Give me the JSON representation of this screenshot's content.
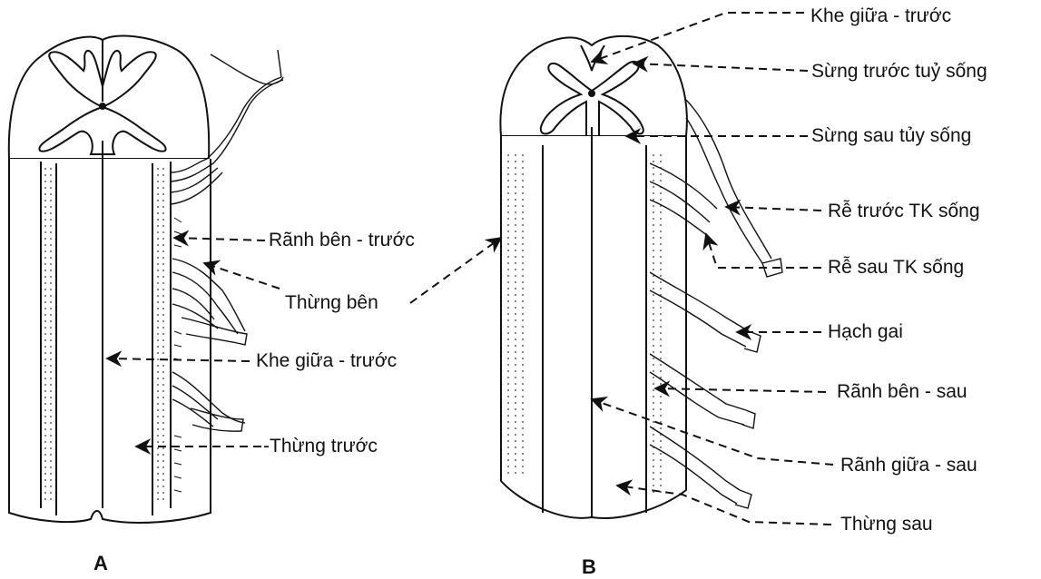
{
  "panels": {
    "a": "A",
    "b": "B"
  },
  "labels_a": {
    "ranh_ben_truoc": "Rãnh bên - trước",
    "thung_ben": "Thừng bên",
    "khe_giua_truoc": "Khe giữa - trước",
    "thung_truoc": "-Thừng trước"
  },
  "labels_b": {
    "khe_giua_truoc": "Khe giữa - trước",
    "sung_truoc": "Sừng trước tuỷ sống",
    "sung_sau": "Sừng sau tủy sống",
    "re_truoc": "Rễ trước TK sống",
    "re_sau": "Rễ sau TK sống",
    "hach_gai": "Hạch gai",
    "ranh_ben_sau": "Rãnh bên - sau",
    "ranh_giua_sau": "Rãnh giữa - sau",
    "thung_sau": "Thừng sau"
  }
}
